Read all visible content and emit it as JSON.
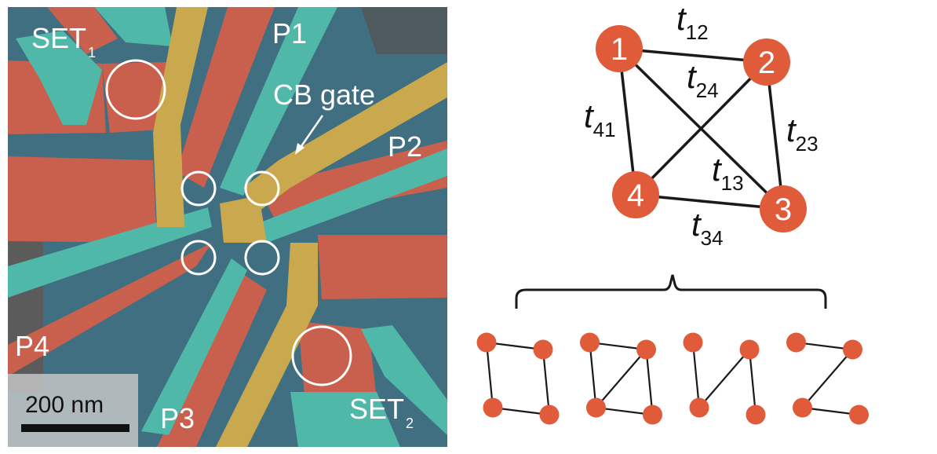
{
  "figure": {
    "left_panel": {
      "description": "False-colored SEM image of a quantum dot device",
      "labels": {
        "set1": {
          "main": "SET",
          "sub": "1"
        },
        "set2": {
          "main": "SET",
          "sub": "2"
        },
        "p1": "P1",
        "p2": "P2",
        "p3": "P3",
        "p4": "P4",
        "cb_gate": "CB gate"
      },
      "scale_bar": {
        "label": "200 nm"
      },
      "colors": {
        "background": "#3f6f80",
        "red_gate": "#c8604d",
        "cyan_gate": "#4fb8a8",
        "yellow_gate": "#c9a84e",
        "substrate_gray": "#5b5b5b",
        "circle": "#ffffff"
      }
    },
    "right_panel": {
      "node_color": "#df5b3a",
      "edge_color": "#1a1a1a",
      "main_graph": {
        "nodes": [
          "1",
          "2",
          "3",
          "4"
        ],
        "edges": [
          {
            "from": "1",
            "to": "2",
            "label": "t",
            "sub": "12"
          },
          {
            "from": "2",
            "to": "3",
            "label": "t",
            "sub": "23"
          },
          {
            "from": "3",
            "to": "4",
            "label": "t",
            "sub": "34"
          },
          {
            "from": "4",
            "to": "1",
            "label": "t",
            "sub": "41"
          },
          {
            "from": "1",
            "to": "3",
            "label": "t",
            "sub": "13"
          },
          {
            "from": "2",
            "to": "4",
            "label": "t",
            "sub": "24"
          }
        ]
      },
      "sub_graphs": [
        {
          "name": "ring",
          "edges": [
            [
              "1",
              "2"
            ],
            [
              "1",
              "4"
            ],
            [
              "2",
              "3"
            ],
            [
              "4",
              "3"
            ]
          ]
        },
        {
          "name": "ring-plus-diagonal",
          "edges": [
            [
              "1",
              "2"
            ],
            [
              "1",
              "4"
            ],
            [
              "2",
              "3"
            ],
            [
              "4",
              "3"
            ],
            [
              "2",
              "4"
            ]
          ]
        },
        {
          "name": "chain-n",
          "edges": [
            [
              "1",
              "4"
            ],
            [
              "4",
              "2"
            ],
            [
              "2",
              "3"
            ]
          ]
        },
        {
          "name": "chain-z",
          "edges": [
            [
              "1",
              "2"
            ],
            [
              "2",
              "4"
            ],
            [
              "4",
              "3"
            ]
          ]
        }
      ]
    }
  }
}
